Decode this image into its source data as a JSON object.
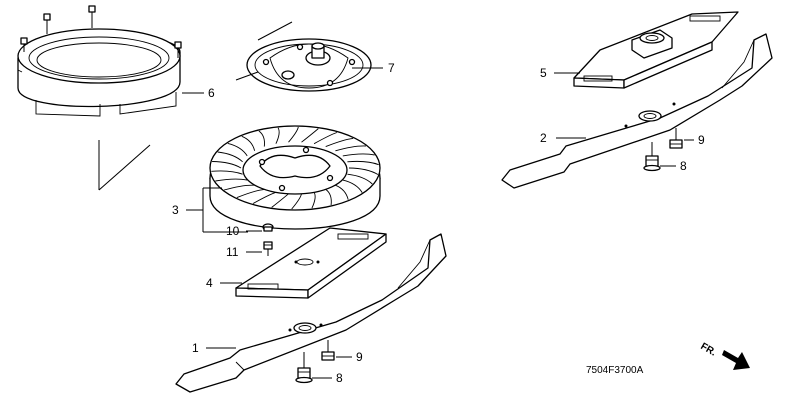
{
  "callouts": {
    "blade_front": "1",
    "blade_rear": "2",
    "fan": "3",
    "holder_front": "4",
    "holder_rear": "5",
    "guard_ring": "6",
    "hub": "7",
    "bolt_front_8": "8",
    "bolt_front_9": "9",
    "bolt_rear_8": "8",
    "bolt_rear_9": "9",
    "bolt_10": "10",
    "bolt_11": "11"
  },
  "drawing_code": "7504F3700A",
  "front_marker": "FR."
}
